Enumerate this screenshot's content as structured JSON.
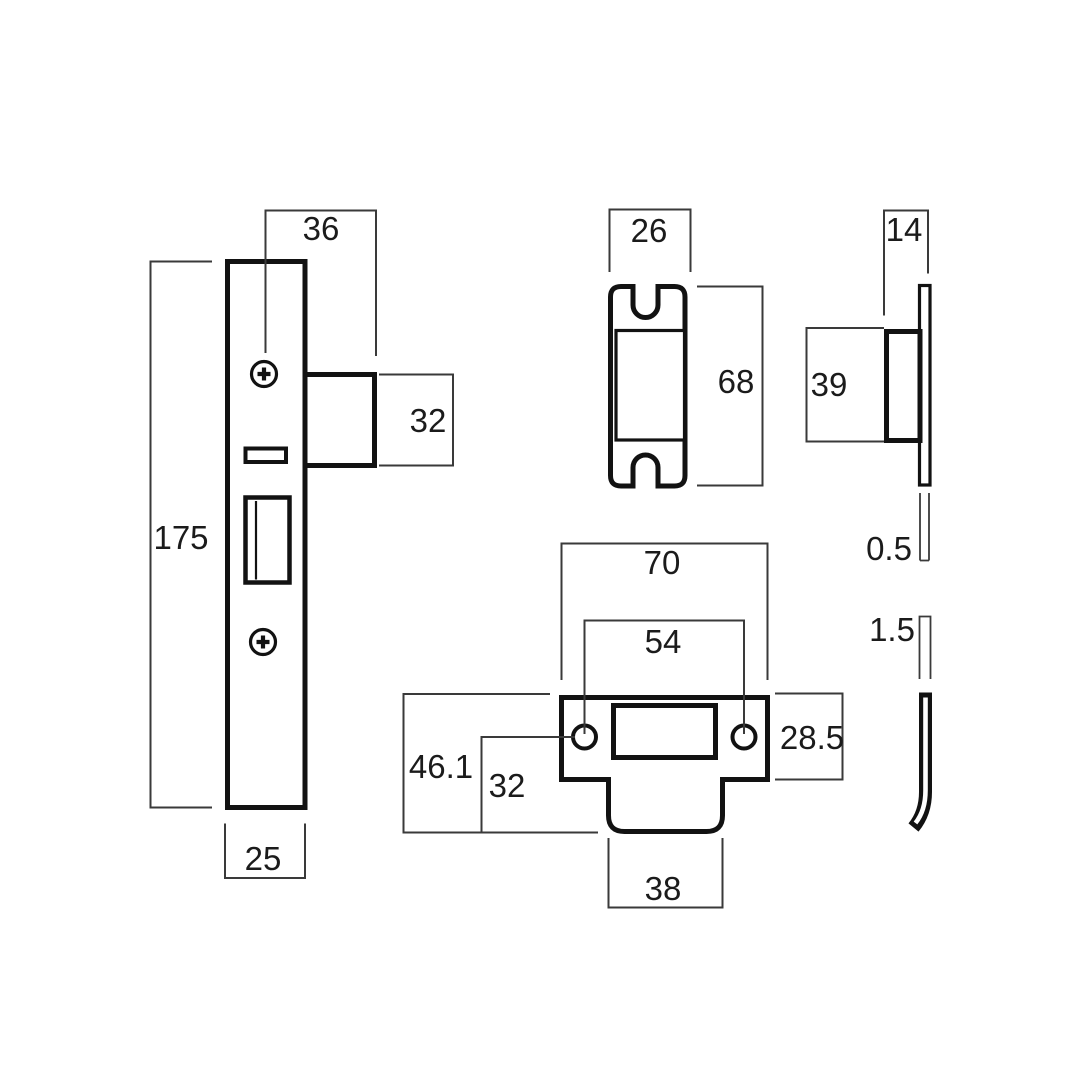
{
  "drawing": {
    "type": "technical-dimension-drawing",
    "subject": "mortice latch lock with faceplate and strike plate",
    "background_color": "#ffffff",
    "object_line_color": "#121212",
    "dimension_line_color": "#3a3a3a",
    "text_color": "#1b1b1b"
  },
  "labels": {
    "case_front": {
      "width_top": "36",
      "latch_height": "32",
      "case_height": "175",
      "case_width": "25"
    },
    "forend_front": {
      "width": "26",
      "height": "68"
    },
    "forend_side": {
      "case_depth": "14",
      "case_height": "39",
      "plate_thickness": "0.5"
    },
    "strike_front": {
      "overall_width": "70",
      "hole_centres": "54",
      "lip_height": "28.5",
      "overall_height": "46.1",
      "hole_to_bottom": "32",
      "tab_width": "38"
    },
    "strike_side": {
      "thickness": "1.5"
    }
  }
}
